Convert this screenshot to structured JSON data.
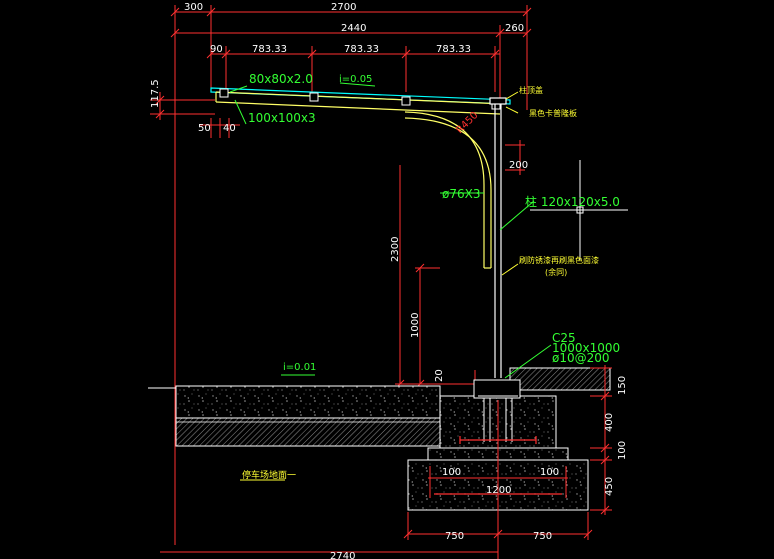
{
  "colors": {
    "bg": "#000000",
    "dim": "#ff3030",
    "dim_text": "#ffffff",
    "label": "#33ff33",
    "note": "#ffff33",
    "struct": "#ffffff",
    "yellow": "#ffff66",
    "roof": "#00ffff",
    "concrete": "#8a8a8a"
  },
  "dimensions": {
    "top_overhang": "300",
    "total_span": "2700",
    "span_2440": "2440",
    "right_260": "260",
    "small_90": "90",
    "bay_1": "783.33",
    "bay_2": "783.33",
    "bay_3": "783.33",
    "left_117_5": "117.5",
    "d_50": "50",
    "d_40": "40",
    "h_2300": "2300",
    "h_1000": "1000",
    "d_200": "200",
    "d_20": "20",
    "r_150": "150",
    "r_400": "400",
    "r_100": "100",
    "r_450": "450",
    "f_100_left": "100",
    "f_100_right": "100",
    "f_1200": "1200",
    "b_750_left": "750",
    "b_750_right": "750",
    "bottom_2740": "2740"
  },
  "labels": {
    "purlin": "80x80x2.0",
    "slope_roof": "i=0.05",
    "beam": "100x100x3",
    "radius": "R450",
    "pipe": "ø76X3",
    "column": "柱 120x120x5.0",
    "slope_ground": "i=0.01",
    "concrete_grade": "C25",
    "footing_size": "1000x1000",
    "rebar": "ø10@200"
  },
  "notes": {
    "top_cap": "柱顶盖",
    "board": "黑色卡普隆板",
    "paint_line1": "刷防锈漆再刷黑色面漆",
    "paint_line2": "(余同)",
    "paving": "停车场地面一"
  }
}
